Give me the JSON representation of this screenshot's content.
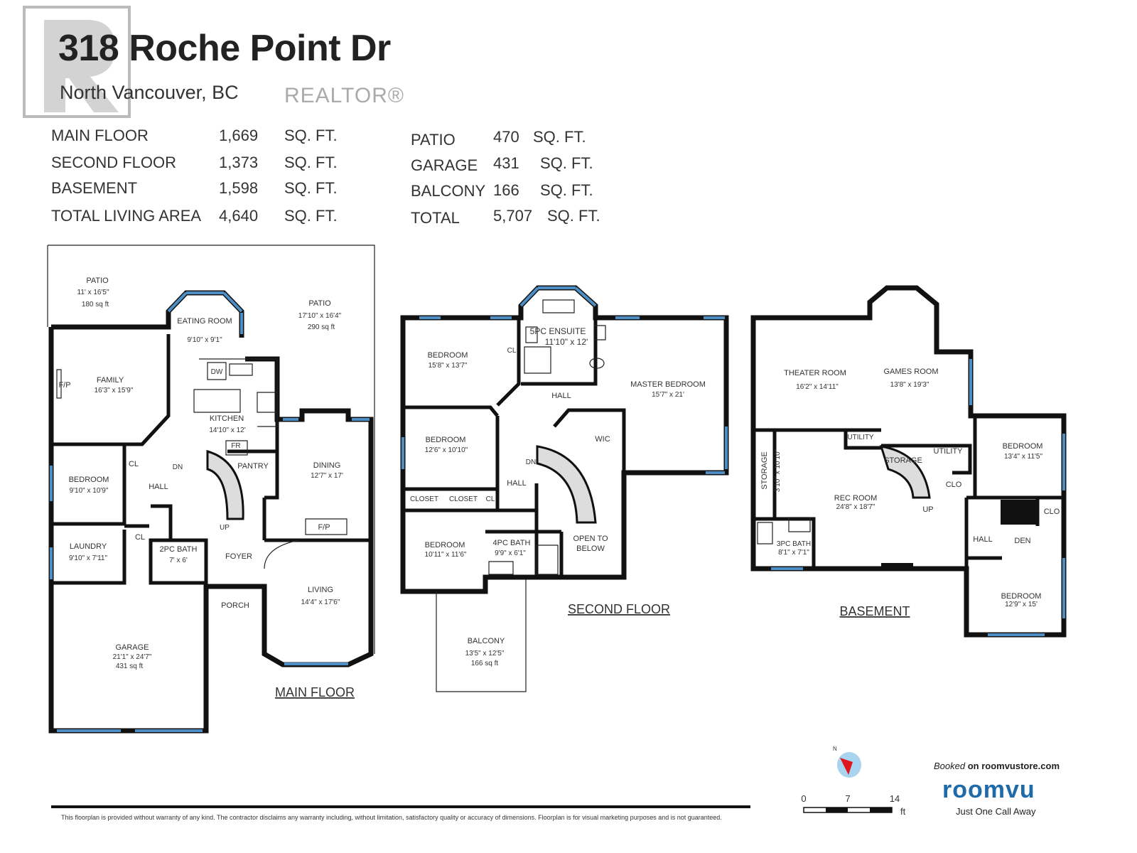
{
  "header": {
    "title": "318 Roche Point Dr",
    "subtitle": "North Vancouver, BC",
    "watermark": "REALTOR®"
  },
  "areas_left": [
    {
      "label": "MAIN FLOOR",
      "value": "1,669",
      "unit": "SQ.  FT."
    },
    {
      "label": "SECOND FLOOR",
      "value": "1,373",
      "unit": "SQ.  FT."
    },
    {
      "label": "BASEMENT",
      "value": "1,598",
      "unit": "SQ.  FT."
    },
    {
      "label": "TOTAL LIVING AREA",
      "value": "4,640",
      "unit": "SQ.  FT."
    }
  ],
  "areas_right": [
    {
      "label": "PATIO",
      "value": "470",
      "unit": "SQ.  FT."
    },
    {
      "label": "GARAGE",
      "value": "431",
      "unit": "SQ.  FT."
    },
    {
      "label": "BALCONY",
      "value": "166",
      "unit": "SQ.  FT."
    },
    {
      "label": "TOTAL",
      "value": "5,707",
      "unit": "SQ.  FT."
    }
  ],
  "main_floor": {
    "title": "MAIN FLOOR",
    "rooms": [
      {
        "name": "PATIO",
        "dim": "11' x 16'5\"",
        "area": "180 sq ft"
      },
      {
        "name": "EATING ROOM",
        "dim": "9'10\" x 9'1\""
      },
      {
        "name": "PATIO",
        "dim": "17'10\" x 16'4\"",
        "area": "290 sq ft"
      },
      {
        "name": "FAMILY",
        "dim": "16'3\" x 15'9\""
      },
      {
        "name": "KITCHEN",
        "dim": "14'10\" x 12'"
      },
      {
        "name": "BEDROOM",
        "dim": "9'10\" x 10'9\""
      },
      {
        "name": "DINING",
        "dim": "12'7\" x 17'"
      },
      {
        "name": "LAUNDRY",
        "dim": "9'10\" x 7'11\""
      },
      {
        "name": "2PC BATH",
        "dim": "7' x 6'"
      },
      {
        "name": "LIVING",
        "dim": "14'4\" x 17'6\""
      },
      {
        "name": "GARAGE",
        "dim": "21'1\" x 24'7\"",
        "area": "431 sq ft"
      }
    ],
    "labels": {
      "fp1": "F/P",
      "fp2": "F/P",
      "dw": "DW",
      "fr": "FR",
      "cl1": "CL",
      "cl2": "CL",
      "hall": "HALL",
      "pantry": "PANTRY",
      "foyer": "FOYER",
      "porch": "PORCH",
      "dn": "DN",
      "up": "UP"
    }
  },
  "second_floor": {
    "title": "SECOND FLOOR",
    "rooms": [
      {
        "name": "BEDROOM",
        "dim": "15'8\" x 13'7\""
      },
      {
        "name": "5PC ENSUITE",
        "dim": "11'10\" x 12'"
      },
      {
        "name": "MASTER BEDROOM",
        "dim": "15'7\" x 21'"
      },
      {
        "name": "BEDROOM",
        "dim": "12'6\" x 10'10\""
      },
      {
        "name": "BEDROOM",
        "dim": "10'11\" x 11'6\""
      },
      {
        "name": "4PC BATH",
        "dim": "9'9\" x 6'1\""
      },
      {
        "name": "BALCONY",
        "dim": "13'5\" x 12'5\"",
        "area": "166 sq ft"
      }
    ],
    "labels": {
      "cl1": "CL",
      "cl2": "CL",
      "closet1": "CLOSET",
      "closet2": "CLOSET",
      "hall1": "HALL",
      "hall2": "HALL",
      "wic": "WIC",
      "dn": "DN",
      "open": "OPEN TO",
      "below": "BELOW"
    }
  },
  "basement": {
    "title": "BASEMENT",
    "rooms": [
      {
        "name": "THEATER ROOM",
        "dim": "16'2\" x 14'11\""
      },
      {
        "name": "GAMES ROOM",
        "dim": "13'8\" x 19'3\""
      },
      {
        "name": "BEDROOM",
        "dim": "13'4\" x 11'5\""
      },
      {
        "name": "REC ROOM",
        "dim": "24'8\" x 18'7\""
      },
      {
        "name": "STORAGE",
        "dim": "3'10\" x 10'10\""
      },
      {
        "name": "3PC BATH",
        "dim": "8'1\" x 7'1\""
      },
      {
        "name": "BEDROOM",
        "dim": "12'9\" x 15'"
      }
    ],
    "labels": {
      "utility1": "UTILITY",
      "utility2": "UTILITY",
      "storage": "STORAGE",
      "clo1": "CLO",
      "clo2": "CLO",
      "hall": "HALL",
      "den": "DEN",
      "up": "UP"
    }
  },
  "scale": {
    "ticks": [
      "0",
      "7",
      "14"
    ],
    "unit": "ft",
    "north": "N"
  },
  "branding": {
    "booked_prefix": "Booked",
    "booked_suffix": " on roomvustore.com",
    "logo": "roomvu",
    "tagline": "Just One Call Away"
  },
  "disclaimer": "This floorplan is provided without warranty of any kind. The contractor disclaims any warranty including, without limitation, satisfactory quality or accuracy of dimensions. Floorplan is for visual marketing purposes and is not guaranteed.",
  "colors": {
    "window": "#4d8fc4",
    "wall": "#111111",
    "brand": "#1f6aa8",
    "compass": "#a8d4f0",
    "needle": "#e0141e"
  }
}
